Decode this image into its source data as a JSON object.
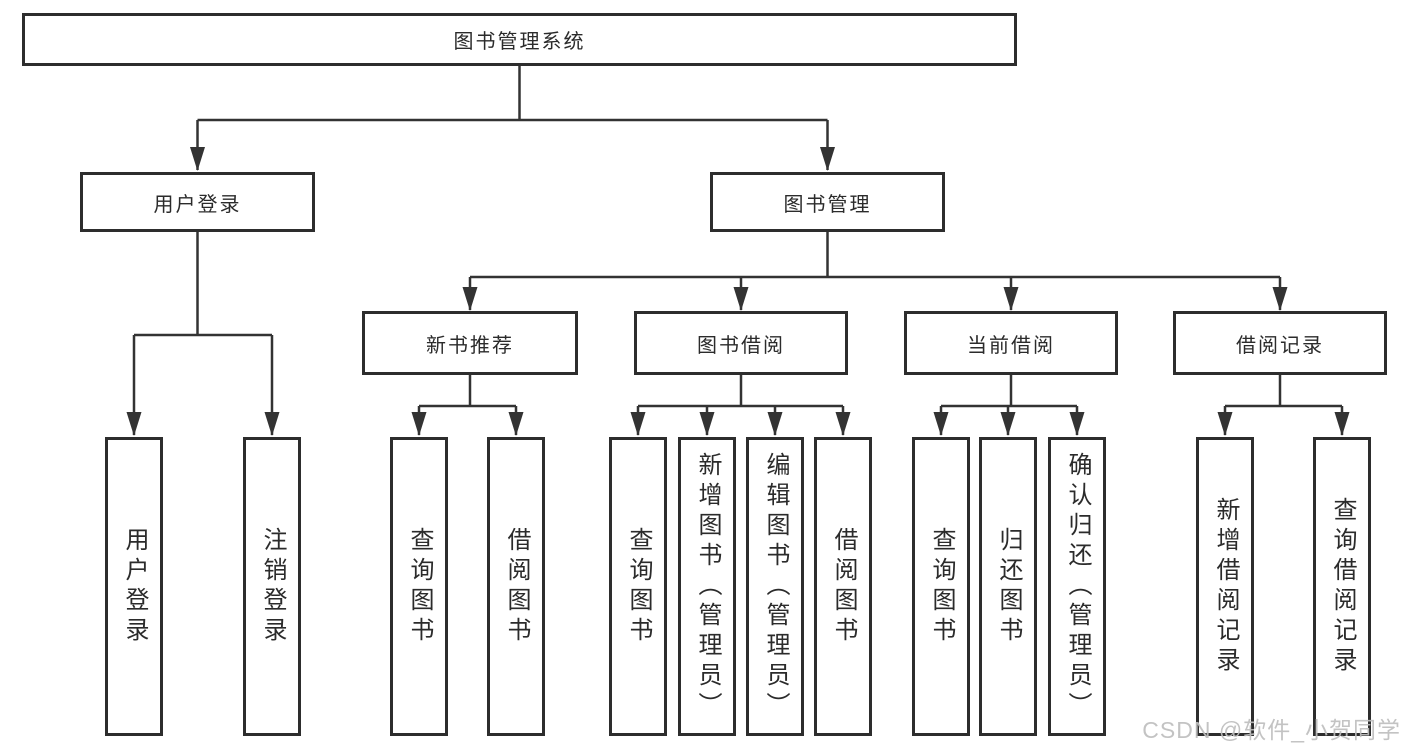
{
  "diagram": {
    "root": {
      "label": "图书管理系统"
    },
    "level2": [
      {
        "label": "用户登录",
        "children": [
          {
            "label": "用户登录"
          },
          {
            "label": "注销登录"
          }
        ]
      },
      {
        "label": "图书管理",
        "children": [
          {
            "label": "新书推荐",
            "children": [
              {
                "label": "查询图书"
              },
              {
                "label": "借阅图书"
              }
            ]
          },
          {
            "label": "图书借阅",
            "children": [
              {
                "label": "查询图书"
              },
              {
                "label": "新增图书（管理员）"
              },
              {
                "label": "编辑图书（管理员）"
              },
              {
                "label": "借阅图书"
              }
            ]
          },
          {
            "label": "当前借阅",
            "children": [
              {
                "label": "查询图书"
              },
              {
                "label": "归还图书"
              },
              {
                "label": "确认归还（管理员）"
              }
            ]
          },
          {
            "label": "借阅记录",
            "children": [
              {
                "label": "新增借阅记录"
              },
              {
                "label": "查询借阅记录"
              }
            ]
          }
        ]
      }
    ]
  },
  "watermark": {
    "text": "CSDN @软件_小贺同学"
  },
  "colors": {
    "line": "#333333",
    "box_border": "#2d2d2d",
    "text": "#2b2b2b",
    "watermark": "#bebebe",
    "background": "#ffffff"
  }
}
